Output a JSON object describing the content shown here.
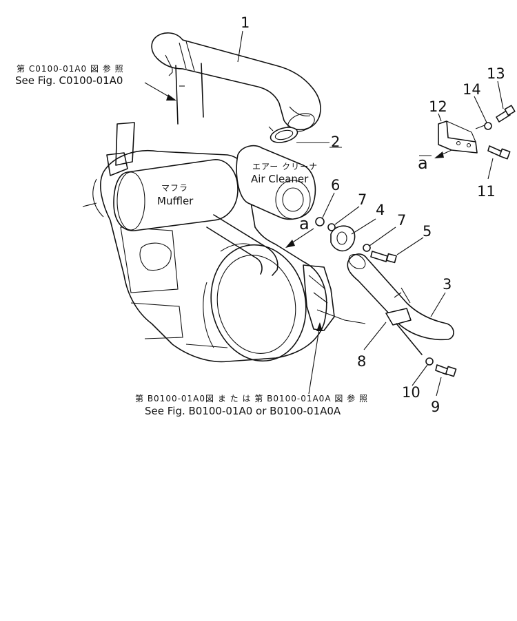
{
  "references": {
    "top_left": {
      "jp": "第 C0100-01A0 図 参 照",
      "en": "See Fig. C0100-01A0"
    },
    "bottom": {
      "jp": "第 B0100-01A0図 ま た は 第 B0100-01A0A 図 参 照",
      "en": "See Fig. B0100-01A0 or B0100-01A0A"
    }
  },
  "components": {
    "muffler": {
      "jp": "マフラ",
      "en": "Muffler"
    },
    "air_cleaner": {
      "jp": "エアー クリーナ",
      "en": "Air Cleaner"
    }
  },
  "detail_marker": "a",
  "part_numbers": {
    "p1": "1",
    "p2": "2",
    "p3": "3",
    "p4": "4",
    "p5": "5",
    "p6": "6",
    "p7a": "7",
    "p7b": "7",
    "p8": "8",
    "p9": "9",
    "p10": "10",
    "p11": "11",
    "p12": "12",
    "p13": "13",
    "p14": "14"
  }
}
